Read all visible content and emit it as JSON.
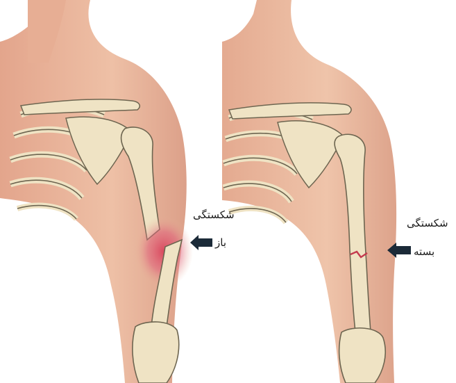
{
  "labels": {
    "open_fracture": {
      "line1": "شکستگی",
      "line2": "باز"
    },
    "closed_fracture": {
      "line1": "شکستگی",
      "line2": "بسته"
    }
  },
  "colors": {
    "background": "#ffffff",
    "skin": "#e9b59a",
    "skin_shadow": "#d89a82",
    "bone": "#efe3c4",
    "bone_outline": "#6d6550",
    "wound": "#d9435b",
    "arrow": "#1b2a38"
  },
  "icons": [
    "arrow-left-icon",
    "arrow-left-icon"
  ]
}
